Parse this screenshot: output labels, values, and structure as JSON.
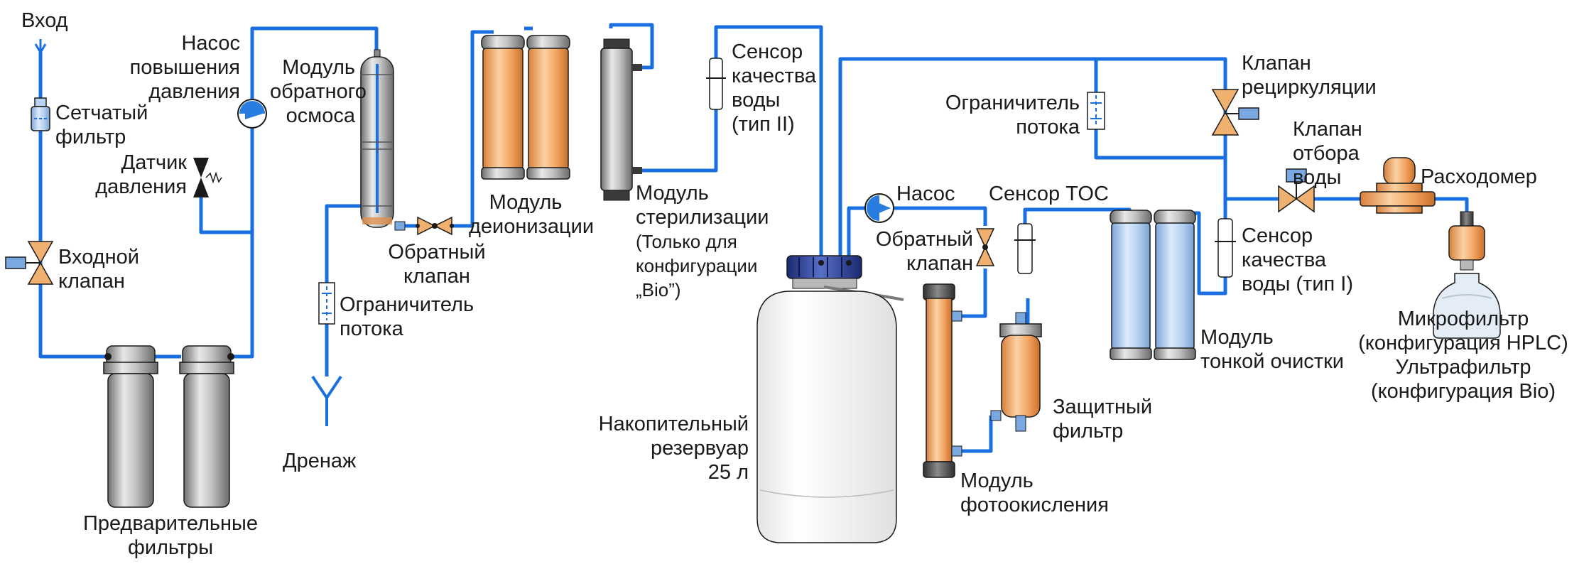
{
  "labels": {
    "inlet": "Вход",
    "mesh_filter": [
      "Сетчатый",
      "фильтр"
    ],
    "booster_pump": [
      "Насос",
      "повышения",
      "давления"
    ],
    "pressure_sensor": [
      "Датчик",
      "давления"
    ],
    "inlet_valve": [
      "Входной",
      "клапан"
    ],
    "prefilters": [
      "Предварительные",
      "фильтры"
    ],
    "ro_module": [
      "Модуль",
      "обратного",
      "осмоса"
    ],
    "check_valve_1": [
      "Обратный",
      "клапан"
    ],
    "flow_restrictor_1": [
      "Ограничитель",
      "потока"
    ],
    "drain": "Дренаж",
    "di_module": [
      "Модуль",
      "деионизации"
    ],
    "sterilization_module": [
      "Модуль",
      "стерилизации",
      "(Только для",
      "конфигурации",
      "„Bio”)"
    ],
    "quality_sensor_2": [
      "Сенсор",
      "качества",
      "воды",
      "(тип II)"
    ],
    "flow_restrictor_2": [
      "Ограничитель",
      "потока"
    ],
    "recirculation_valve": [
      "Клапан",
      "рециркуляции"
    ],
    "pump": "Насос",
    "toc_sensor": "Сенсор TOC",
    "check_valve_2": [
      "Обратный",
      "клапан"
    ],
    "dispense_valve": [
      "Клапан",
      "отбора",
      "воды"
    ],
    "flowmeter": "Расходомер",
    "quality_sensor_1": [
      "Сенсор",
      "качества",
      "воды (тип I)"
    ],
    "polishing_module": [
      "Модуль",
      "тонкой очистки"
    ],
    "final_filter": [
      "Микрофильтр",
      "(конфигурация HPLC)",
      "Ультрафильтр",
      "(конфигурация Bio)"
    ],
    "storage_tank": [
      "Накопительный",
      "резервуар",
      "25 л"
    ],
    "guard_filter": [
      "Защитный",
      "фильтр"
    ],
    "photooxidation_module": [
      "Модуль",
      "фотоокисления"
    ]
  },
  "colors": {
    "pipe": "#1a6fe0",
    "valve": "#f0b070",
    "pump": "#2a7de0",
    "actuator": "#7aa8e0",
    "orange_cartridge": "#f0a050",
    "blue_cartridge": "#a8c8f0",
    "gray_housing": "#a8a8a8",
    "tank_cap": "#2a3a90"
  }
}
